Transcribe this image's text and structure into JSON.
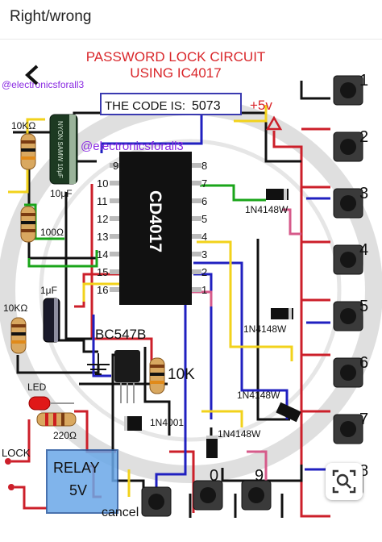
{
  "header": {
    "title": "Right/wrong"
  },
  "diagram": {
    "title_line1": "PASSWORD LOCK CIRCUIT",
    "title_line2": "USING IC4017",
    "watermark_top": "@electronicsforall3",
    "watermark_mid": "@electronicsforall3",
    "code_label": "THE CODE IS:",
    "code_value": "5073",
    "supply": "+5v",
    "ic_label": "CD4017",
    "pins_left": [
      "9",
      "10",
      "11",
      "12",
      "13",
      "14",
      "15",
      "16"
    ],
    "pins_right": [
      "8",
      "7",
      "6",
      "5",
      "4",
      "3",
      "2",
      "1"
    ],
    "r_top": "10KΩ",
    "cap_top": "10μF",
    "cap_top_body": "NYON SAMW 10μF",
    "r_100": "100Ω",
    "cap_bottom": "1μF",
    "r_bottom": "10KΩ",
    "transistor": "BC547B",
    "r_10k": "10K",
    "led": "LED",
    "r_220": "220Ω",
    "diode_4001": "1N4001",
    "diodes": [
      "1N4148W",
      "1N4148W",
      "1N4148W",
      "1N4148W"
    ],
    "lock": "LOCK",
    "relay": "RELAY",
    "relay_v": "5V",
    "cancel": "cancel",
    "keys_right": [
      "1",
      "2",
      "3",
      "4",
      "5",
      "6",
      "7",
      "8"
    ],
    "keys_bottom": [
      "0",
      "9"
    ]
  },
  "colors": {
    "title": "#d9262a",
    "code_box": "#3a3ab0",
    "watermark": "#8a2be2",
    "wire_red": "#cc1f2a",
    "wire_blue": "#2020c0",
    "wire_green": "#1aa51a",
    "wire_yellow": "#f2d21b",
    "wire_black": "#111111",
    "wire_pink": "#d65a8a"
  },
  "icons": {
    "back": "chevron-left-icon",
    "scan": "image-search-icon"
  }
}
